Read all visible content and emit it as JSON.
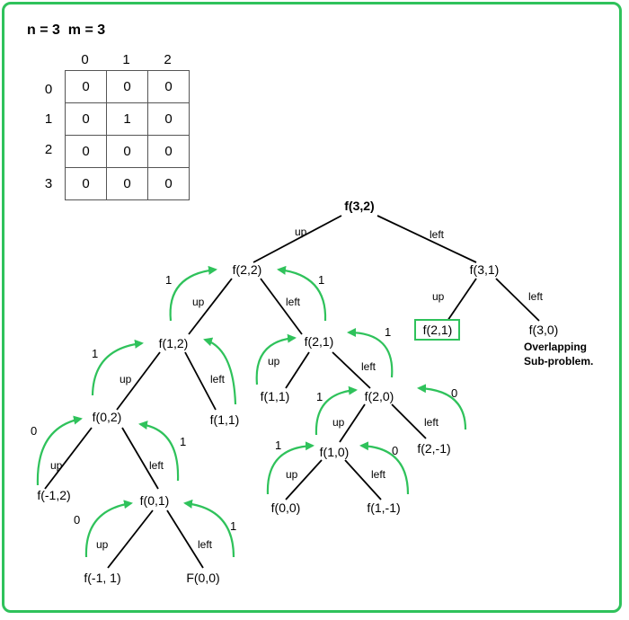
{
  "header": {
    "dims": "n = 3  m = 3"
  },
  "grid": {
    "col_headers": [
      "0",
      "1",
      "2"
    ],
    "row_headers": [
      "0",
      "1",
      "2",
      "3"
    ],
    "rows": [
      [
        "0",
        "0",
        "0"
      ],
      [
        "0",
        "1",
        "0"
      ],
      [
        "0",
        "0",
        "0"
      ],
      [
        "0",
        "0",
        "0"
      ]
    ]
  },
  "tree": {
    "root": "f(3,2)",
    "n22": "f(2,2)",
    "n31": "f(3,1)",
    "n12": "f(1,2)",
    "n21a": "f(2,1)",
    "n21b": "f(2,1)",
    "n30": "f(3,0)",
    "n02": "f(0,2)",
    "n11a": "f(1,1)",
    "n11b": "f(1,1)",
    "n20": "f(2,0)",
    "nm12": "f(-1,2)",
    "n01": "f(0,1)",
    "n10": "f(1,0)",
    "n2m1": "f(2,-1)",
    "nm11": "f(-1, 1)",
    "n00a": "F(0,0)",
    "n00b": "f(0,0)",
    "n1m1": "f(1,-1)"
  },
  "edge_labels": {
    "up": "up",
    "left": "left"
  },
  "arrow_values": {
    "a22_l": "1",
    "a22_r": "1",
    "a12_l": "1",
    "a21_r": "1",
    "a02_l": "0",
    "a02_r": "1",
    "a01_l": "0",
    "a01_r": "1",
    "a20_l": "1",
    "a20_r": "0",
    "a10_l": "1",
    "a10_r": "0"
  },
  "annotation": {
    "line1": "Overlapping",
    "line2": "Sub-problem."
  },
  "colors": {
    "accent": "#2fc25b",
    "line": "#000000"
  }
}
